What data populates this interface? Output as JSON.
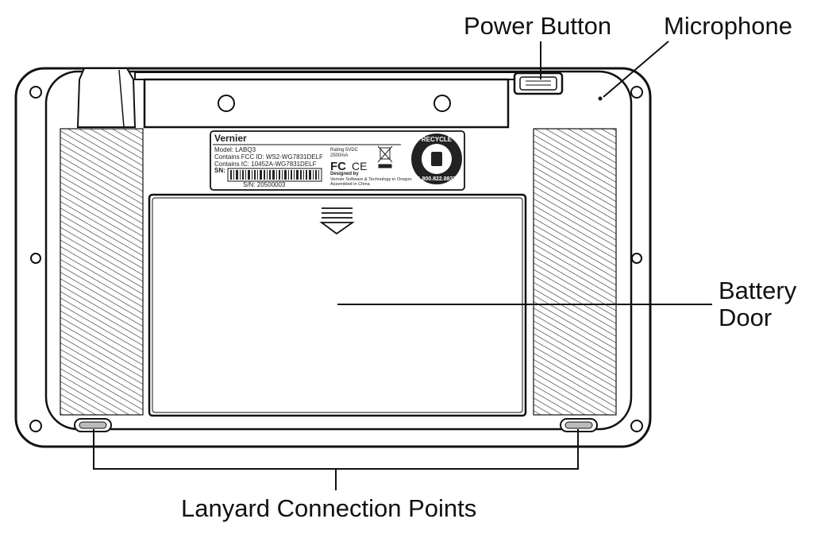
{
  "callouts": {
    "power_button": "Power Button",
    "microphone": "Microphone",
    "battery_door_line1": "Battery",
    "battery_door_line2": "Door",
    "lanyard": "Lanyard Connection Points"
  },
  "label": {
    "brand": "Vernier",
    "model": "Model: LABQ3",
    "fcc": "Contains FCC ID: WS2-WG7831DELF",
    "ic": "Contains IC: 10452A-WG7831DELF",
    "sn_label": "SN:",
    "serial": "S/N: 20500003",
    "rating": "Rating 5VDC",
    "capacity": "2500mA",
    "designed_by": "Designed by",
    "company": "Vernier Software & Technology in Oregon",
    "assembled": "Assembled in China",
    "recycle": "RECYCLE",
    "recycle_phone": "1.800.822.8837"
  }
}
